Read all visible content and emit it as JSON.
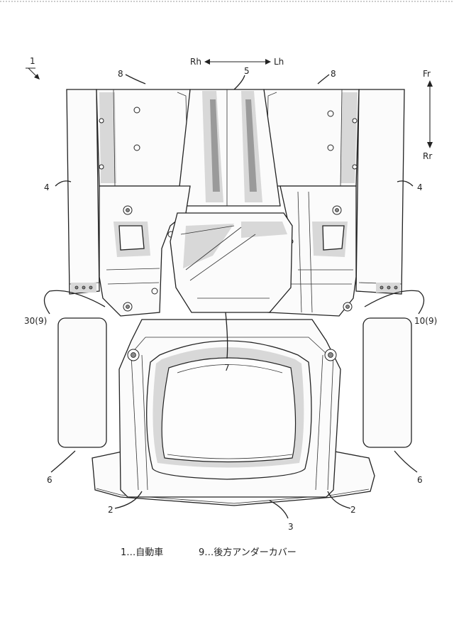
{
  "figure": {
    "ref_main": "1",
    "direction_rh": "Rh",
    "direction_lh": "Lh",
    "direction_fr": "Fr",
    "direction_rr": "Rr",
    "labels": {
      "l8_left": "8",
      "l5": "5",
      "l8_right": "8",
      "l4_left": "4",
      "l4_right": "4",
      "l30": "30(9)",
      "l10": "10(9)",
      "l7": "7",
      "l6_left": "6",
      "l6_right": "6",
      "l2_left": "2",
      "l2_right": "2",
      "l3": "3"
    },
    "legend": {
      "item1": "1…自動車",
      "item2": "9…後方アンダーカバー"
    }
  }
}
